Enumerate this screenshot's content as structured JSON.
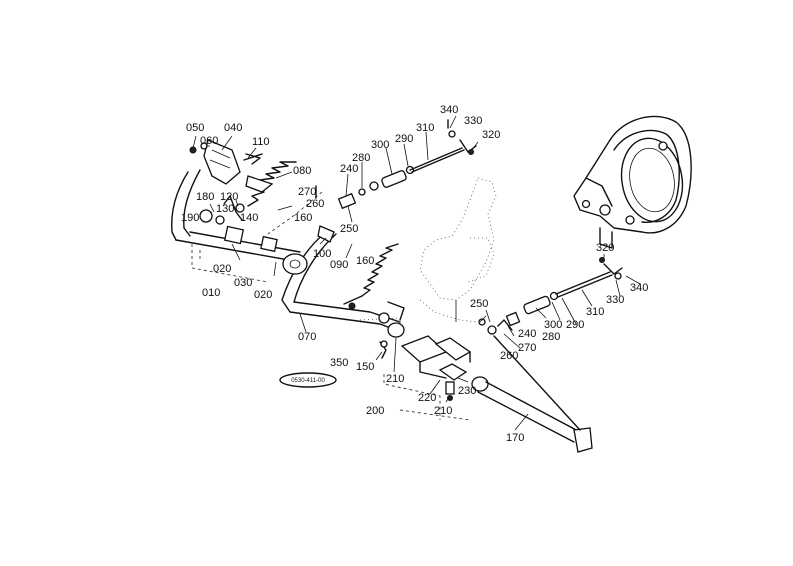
{
  "diagram": {
    "reference_code": "0530-411-00",
    "part_labels": [
      {
        "id": "p050a",
        "text": "050"
      },
      {
        "id": "p040",
        "text": "040"
      },
      {
        "id": "p060",
        "text": "060"
      },
      {
        "id": "p110",
        "text": "110"
      },
      {
        "id": "p080",
        "text": "080"
      },
      {
        "id": "p270a",
        "text": "270"
      },
      {
        "id": "p260a",
        "text": "260"
      },
      {
        "id": "p240a",
        "text": "240"
      },
      {
        "id": "p280a",
        "text": "280"
      },
      {
        "id": "p300a",
        "text": "300"
      },
      {
        "id": "p290a",
        "text": "290"
      },
      {
        "id": "p310a",
        "text": "310"
      },
      {
        "id": "p340a",
        "text": "340"
      },
      {
        "id": "p330a",
        "text": "330"
      },
      {
        "id": "p320a",
        "text": "320"
      },
      {
        "id": "p180",
        "text": "180"
      },
      {
        "id": "p120",
        "text": "120"
      },
      {
        "id": "p130",
        "text": "130"
      },
      {
        "id": "p190",
        "text": "190"
      },
      {
        "id": "p140",
        "text": "140"
      },
      {
        "id": "p160a",
        "text": "160"
      },
      {
        "id": "p250a",
        "text": "250"
      },
      {
        "id": "p020a",
        "text": "020"
      },
      {
        "id": "p100",
        "text": "100"
      },
      {
        "id": "p090",
        "text": "090"
      },
      {
        "id": "p160b",
        "text": "160"
      },
      {
        "id": "p030",
        "text": "030"
      },
      {
        "id": "p010",
        "text": "010"
      },
      {
        "id": "p020b",
        "text": "020"
      },
      {
        "id": "p070",
        "text": "070"
      },
      {
        "id": "p350",
        "text": "350"
      },
      {
        "id": "p150",
        "text": "150"
      },
      {
        "id": "p210a",
        "text": "210"
      },
      {
        "id": "p200",
        "text": "200"
      },
      {
        "id": "p220",
        "text": "220"
      },
      {
        "id": "p210b",
        "text": "210"
      },
      {
        "id": "p230",
        "text": "230"
      },
      {
        "id": "p170",
        "text": "170"
      },
      {
        "id": "p250b",
        "text": "250"
      },
      {
        "id": "p240b",
        "text": "240"
      },
      {
        "id": "p270b",
        "text": "270"
      },
      {
        "id": "p260b",
        "text": "260"
      },
      {
        "id": "p280b",
        "text": "280"
      },
      {
        "id": "p300b",
        "text": "300"
      },
      {
        "id": "p290b",
        "text": "290"
      },
      {
        "id": "p310b",
        "text": "310"
      },
      {
        "id": "p320b",
        "text": "320"
      },
      {
        "id": "p330b",
        "text": "330"
      },
      {
        "id": "p340b",
        "text": "340"
      }
    ]
  }
}
